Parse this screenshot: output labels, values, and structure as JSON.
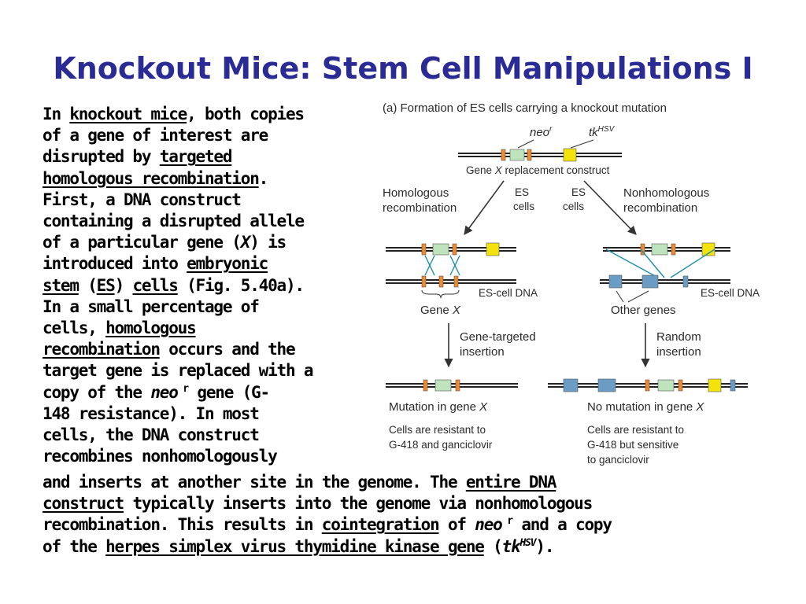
{
  "title": "Knockout Mice: Stem Cell Manipulations I",
  "body": {
    "l1_a": "In ",
    "l1_b": "knockout mice",
    "l1_c": ", both copies",
    "l2": "of a gene of interest are",
    "l3_a": "disrupted by ",
    "l3_b": "targeted",
    "l4_a": "homologous recombination",
    "l4_b": ".",
    "l5": "First, a DNA construct",
    "l6": "containing a disrupted allele",
    "l7_a": "of a particular gene (",
    "l7_b": "X",
    "l7_c": ") is",
    "l8_a": "introduced into ",
    "l8_b": "embryonic",
    "l9_a": "stem",
    "l9_b": " (",
    "l9_c": "ES",
    "l9_d": ") ",
    "l9_e": "cells",
    "l9_f": " (Fig. 5.40a).",
    "l10": "In a small percentage of",
    "l11_a": "cells, ",
    "l11_b": "homologous",
    "l12_a": "recombination",
    "l12_b": " occurs and the",
    "l13": "target gene is replaced with a",
    "l14_a": "copy of the ",
    "l14_b": "neo",
    "l14_c": " r",
    "l14_d": " gene (G-",
    "l15": "148 resistance). In most",
    "l16": "cells, the DNA construct",
    "l17": "recombines nonhomologously",
    "b1_a": "and inserts at another site in the genome. The ",
    "b1_b": "entire DNA",
    "b2_a": "construct",
    "b2_b": " typically inserts into the genome via nonhomologous",
    "b3_a": "recombination. This results in ",
    "b3_b": "cointegration",
    "b3_c": " of ",
    "b3_d": "neo",
    "b3_e": " r",
    "b3_f": " and a copy",
    "b4_a": "of the ",
    "b4_b": "herpes simplex virus thymidine kinase gene",
    "b4_c": " (",
    "b4_d": "tk",
    "b4_e": "HSV",
    "b4_f": ")."
  },
  "figure": {
    "heading": "(a)  Formation of ES cells carrying a knockout mutation",
    "neo": "neo",
    "neo_sup": "r",
    "tk": "tk",
    "tk_sup": "HSV",
    "construct_a": "Gene ",
    "construct_b": "X",
    "construct_c": " replacement construct",
    "homologous_1": "Homologous",
    "homologous_2": "recombination",
    "es_1": "ES",
    "es_2": "cells",
    "nonhomologous_1": "Nonhomologous",
    "nonhomologous_2": "recombination",
    "es_cell_dna": "ES-cell DNA",
    "gene_x_a": "Gene ",
    "gene_x_b": "X",
    "other_genes": "Other genes",
    "gene_targeted_1": "Gene-targeted",
    "gene_targeted_2": "insertion",
    "random_1": "Random",
    "random_2": "insertion",
    "mutation_a": "Mutation in gene ",
    "mutation_b": "X",
    "no_mutation_a": "No mutation in gene ",
    "no_mutation_b": "X",
    "left_result_1": "Cells are resistant to",
    "left_result_2": "G-418 and ganciclovir",
    "right_result_1": "Cells are resistant to",
    "right_result_2": "G-418 but sensitive",
    "right_result_3": "to ganciclovir",
    "colors": {
      "orange": "#f08a2a",
      "green": "#bfe3bd",
      "yellow": "#f3e20c",
      "blue": "#6b9cc4",
      "crossover": "#1e8fa8",
      "dna": "#222222"
    }
  }
}
